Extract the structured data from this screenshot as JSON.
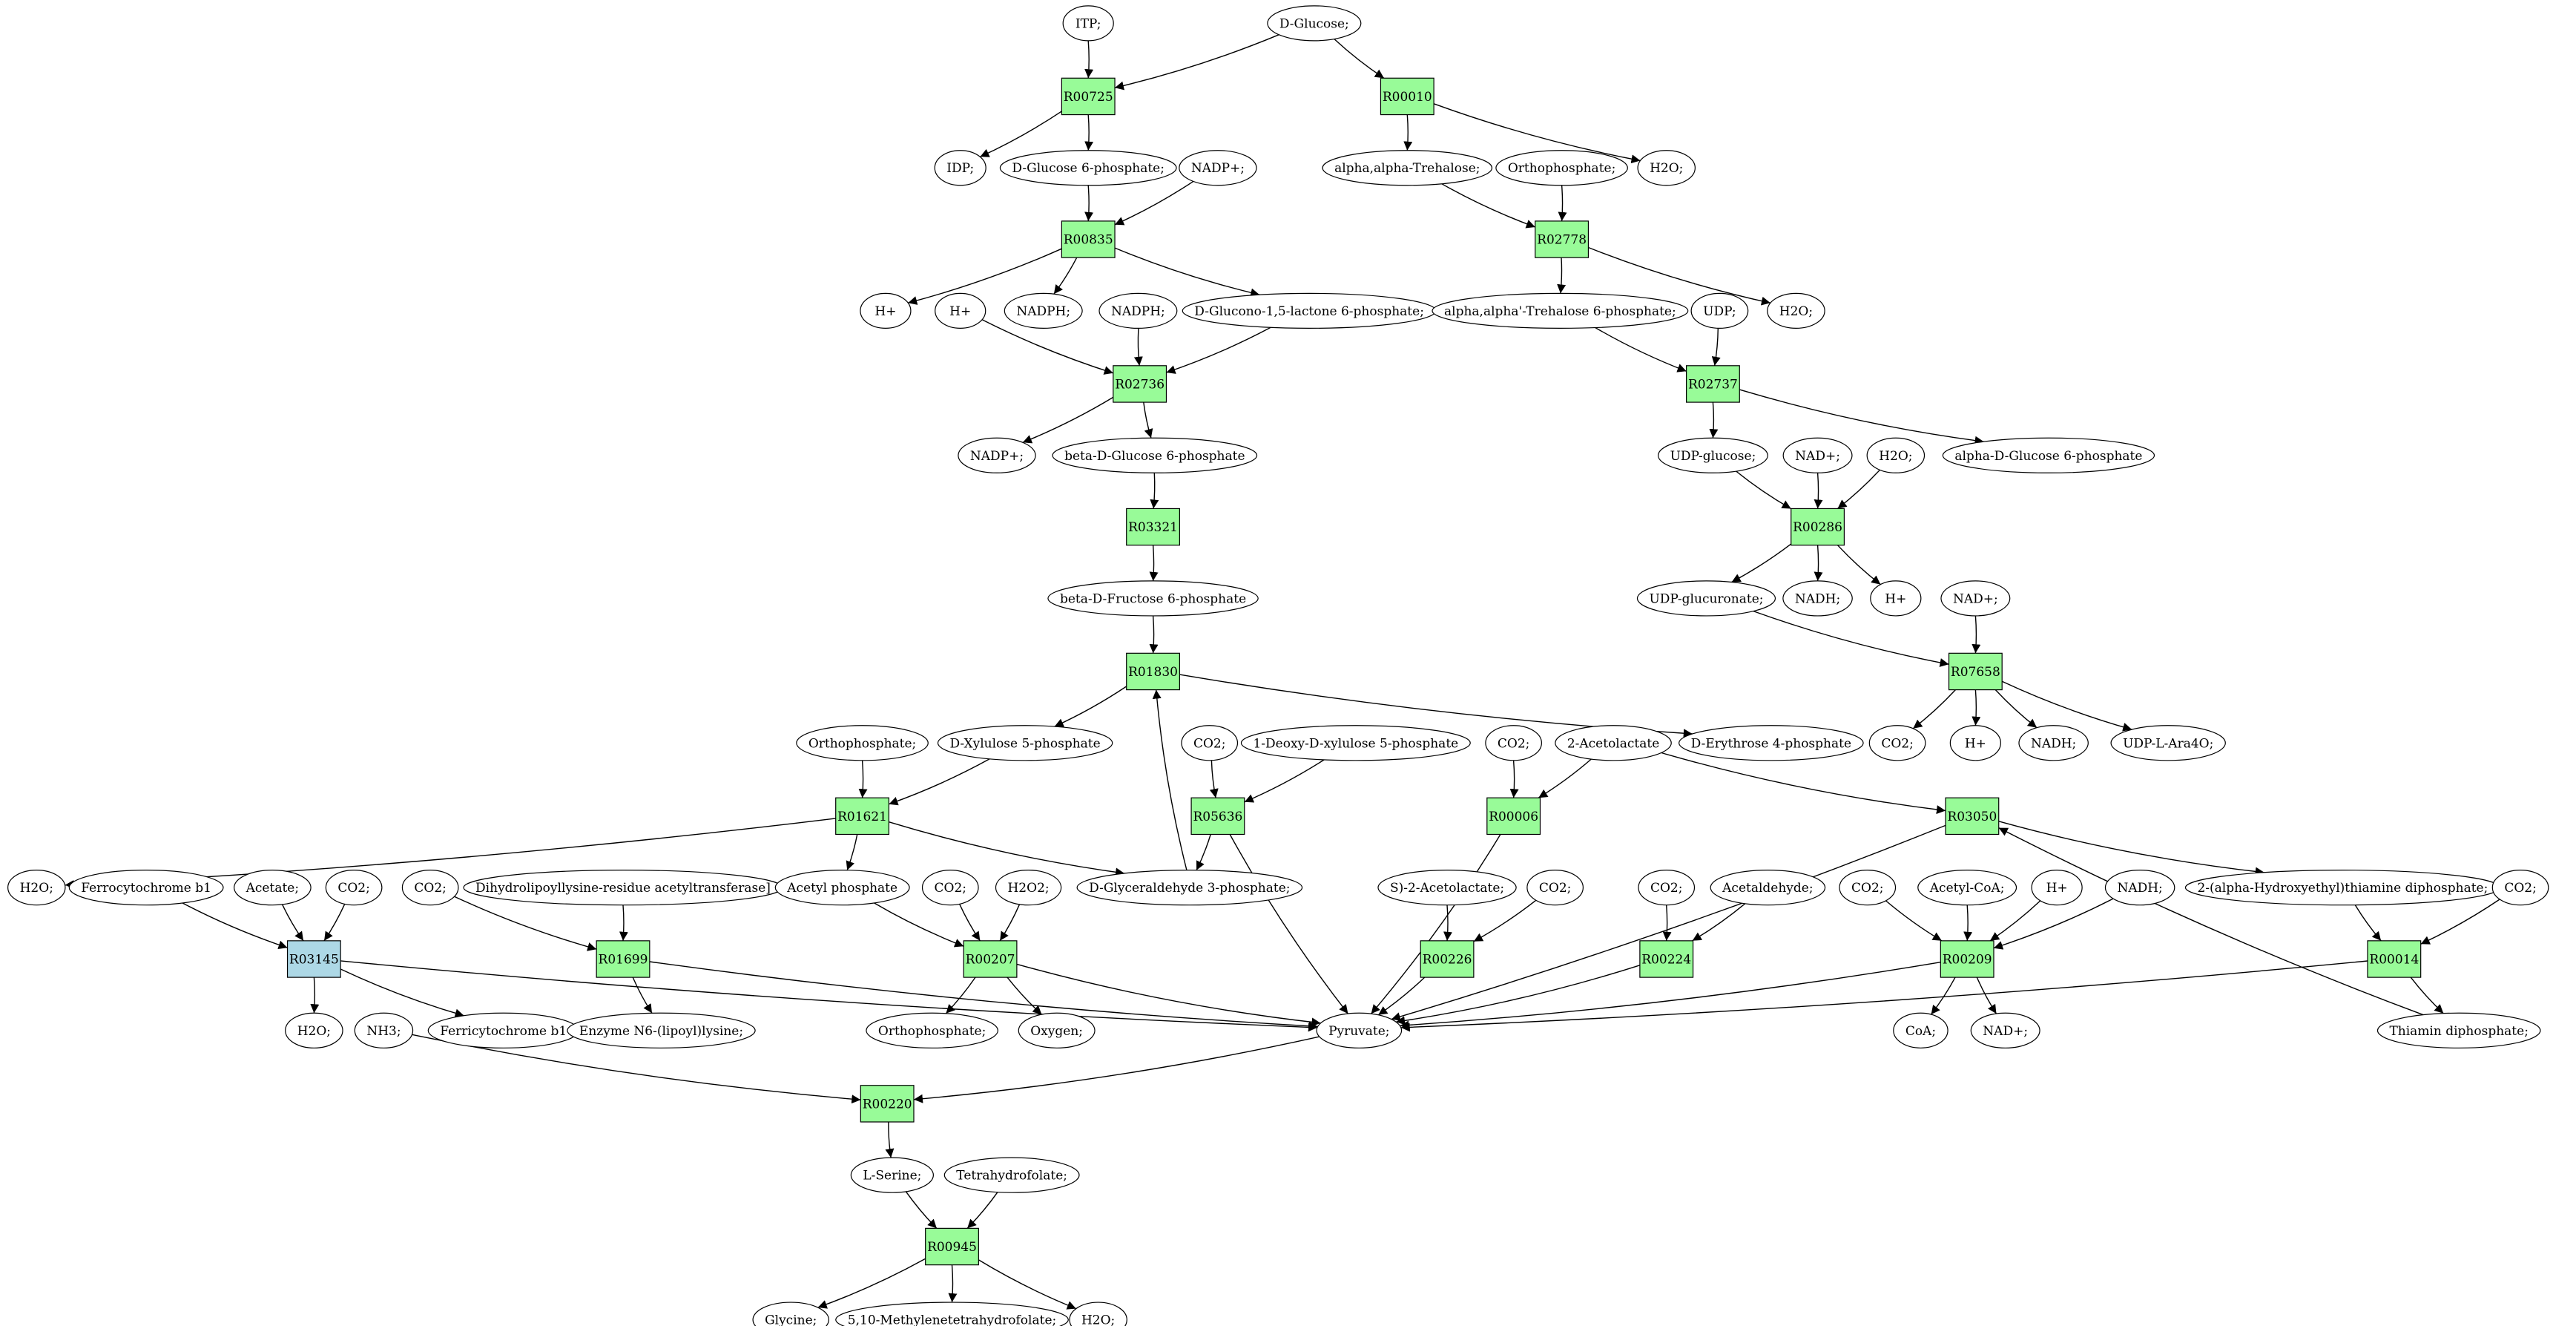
{
  "colors": {
    "reaction": "#98fb98",
    "reaction_alt": "#add8e6",
    "start": "#00ff00",
    "target": "#ffff00",
    "molecule": "#ffffff"
  },
  "graph": {
    "nodes": [
      {
        "id": "itp",
        "label": "ITP;",
        "kind": "mol"
      },
      {
        "id": "glc",
        "label": "D-Glucose;",
        "kind": "mol",
        "color": "start"
      },
      {
        "id": "r00725",
        "label": "R00725",
        "kind": "rxn"
      },
      {
        "id": "r00010",
        "label": "R00010",
        "kind": "rxn"
      },
      {
        "id": "idp",
        "label": "IDP;",
        "kind": "mol"
      },
      {
        "id": "g6p",
        "label": "D-Glucose 6-phosphate;",
        "kind": "mol"
      },
      {
        "id": "nadp1",
        "label": "NADP+;",
        "kind": "mol"
      },
      {
        "id": "trehalose",
        "label": "alpha,alpha-Trehalose;",
        "kind": "mol"
      },
      {
        "id": "ortho1",
        "label": "Orthophosphate;",
        "kind": "mol"
      },
      {
        "id": "h2o1",
        "label": "H2O;",
        "kind": "mol"
      },
      {
        "id": "r00835",
        "label": "R00835",
        "kind": "rxn"
      },
      {
        "id": "r02778",
        "label": "R02778",
        "kind": "rxn"
      },
      {
        "id": "hplus1",
        "label": "H+",
        "kind": "mol"
      },
      {
        "id": "hplus2",
        "label": "H+",
        "kind": "mol"
      },
      {
        "id": "nadph1",
        "label": "NADPH;",
        "kind": "mol"
      },
      {
        "id": "nadph2",
        "label": "NADPH;",
        "kind": "mol"
      },
      {
        "id": "glucono",
        "label": "D-Glucono-1,5-lactone 6-phosphate;",
        "kind": "mol"
      },
      {
        "id": "tre6p",
        "label": "alpha,alpha'-Trehalose 6-phosphate;",
        "kind": "mol"
      },
      {
        "id": "udp",
        "label": "UDP;",
        "kind": "mol"
      },
      {
        "id": "h2o2",
        "label": "H2O;",
        "kind": "mol"
      },
      {
        "id": "r02736",
        "label": "R02736",
        "kind": "rxn"
      },
      {
        "id": "r02737",
        "label": "R02737",
        "kind": "rxn"
      },
      {
        "id": "nadp2",
        "label": "NADP+;",
        "kind": "mol"
      },
      {
        "id": "bg6p",
        "label": "beta-D-Glucose 6-phosphate",
        "kind": "mol"
      },
      {
        "id": "udpglc",
        "label": "UDP-glucose;",
        "kind": "mol"
      },
      {
        "id": "nad1",
        "label": "NAD+;",
        "kind": "mol"
      },
      {
        "id": "h2o3",
        "label": "H2O;",
        "kind": "mol"
      },
      {
        "id": "ag6p",
        "label": "alpha-D-Glucose 6-phosphate",
        "kind": "mol"
      },
      {
        "id": "r03321",
        "label": "R03321",
        "kind": "rxn"
      },
      {
        "id": "r00286",
        "label": "R00286",
        "kind": "rxn"
      },
      {
        "id": "bf6p",
        "label": "beta-D-Fructose 6-phosphate",
        "kind": "mol"
      },
      {
        "id": "udpglcur",
        "label": "UDP-glucuronate;",
        "kind": "mol"
      },
      {
        "id": "nadh1",
        "label": "NADH;",
        "kind": "mol"
      },
      {
        "id": "hplus3",
        "label": "H+",
        "kind": "mol"
      },
      {
        "id": "nad2",
        "label": "NAD+;",
        "kind": "mol"
      },
      {
        "id": "r01830",
        "label": "R01830",
        "kind": "rxn"
      },
      {
        "id": "r07658",
        "label": "R07658",
        "kind": "rxn"
      },
      {
        "id": "ortho2",
        "label": "Orthophosphate;",
        "kind": "mol"
      },
      {
        "id": "xu5p",
        "label": "D-Xylulose 5-phosphate",
        "kind": "mol"
      },
      {
        "id": "co2a",
        "label": "CO2;",
        "kind": "mol"
      },
      {
        "id": "dxp",
        "label": "1-Deoxy-D-xylulose 5-phosphate",
        "kind": "mol"
      },
      {
        "id": "co2b",
        "label": "CO2;",
        "kind": "mol"
      },
      {
        "id": "acetolactate",
        "label": "2-Acetolactate",
        "kind": "mol"
      },
      {
        "id": "e4p",
        "label": "D-Erythrose 4-phosphate",
        "kind": "mol"
      },
      {
        "id": "co2c",
        "label": "CO2;",
        "kind": "mol"
      },
      {
        "id": "hplus4",
        "label": "H+",
        "kind": "mol"
      },
      {
        "id": "nadh2",
        "label": "NADH;",
        "kind": "mol"
      },
      {
        "id": "udpara",
        "label": "UDP-L-Ara4O;",
        "kind": "mol"
      },
      {
        "id": "r01621",
        "label": "R01621",
        "kind": "rxn"
      },
      {
        "id": "r05636",
        "label": "R05636",
        "kind": "rxn"
      },
      {
        "id": "r00006",
        "label": "R00006",
        "kind": "rxn"
      },
      {
        "id": "r03050",
        "label": "R03050",
        "kind": "rxn"
      },
      {
        "id": "h2o4",
        "label": "H2O;",
        "kind": "mol"
      },
      {
        "id": "ferrocyt",
        "label": "Ferrocytochrome b1",
        "kind": "mol"
      },
      {
        "id": "acetate",
        "label": "Acetate;",
        "kind": "mol"
      },
      {
        "id": "co2d",
        "label": "CO2;",
        "kind": "mol"
      },
      {
        "id": "co2e",
        "label": "CO2;",
        "kind": "mol"
      },
      {
        "id": "dihydro",
        "label": "Dihydrolipoyllysine-residue acetyltransferase]",
        "kind": "mol"
      },
      {
        "id": "acp",
        "label": "Acetyl phosphate",
        "kind": "mol"
      },
      {
        "id": "co2f",
        "label": "CO2;",
        "kind": "mol"
      },
      {
        "id": "h2o2b",
        "label": "H2O2;",
        "kind": "mol"
      },
      {
        "id": "gap",
        "label": "D-Glyceraldehyde 3-phosphate;",
        "kind": "mol"
      },
      {
        "id": "sacetolactate",
        "label": "S)-2-Acetolactate;",
        "kind": "mol"
      },
      {
        "id": "co2g",
        "label": "CO2;",
        "kind": "mol"
      },
      {
        "id": "co2h",
        "label": "CO2;",
        "kind": "mol"
      },
      {
        "id": "acetaldehyde",
        "label": "Acetaldehyde;",
        "kind": "mol"
      },
      {
        "id": "co2i",
        "label": "CO2;",
        "kind": "mol"
      },
      {
        "id": "acetylcoa",
        "label": "Acetyl-CoA;",
        "kind": "mol"
      },
      {
        "id": "hplus5",
        "label": "H+",
        "kind": "mol"
      },
      {
        "id": "nadh3",
        "label": "NADH;",
        "kind": "mol"
      },
      {
        "id": "hetdp",
        "label": "2-(alpha-Hydroxyethyl)thiamine diphosphate;",
        "kind": "mol"
      },
      {
        "id": "co2j",
        "label": "CO2;",
        "kind": "mol"
      },
      {
        "id": "r03145",
        "label": "R03145",
        "kind": "rxn",
        "color": "reaction_alt"
      },
      {
        "id": "r01699",
        "label": "R01699",
        "kind": "rxn"
      },
      {
        "id": "r00207",
        "label": "R00207",
        "kind": "rxn"
      },
      {
        "id": "r00226",
        "label": "R00226",
        "kind": "rxn"
      },
      {
        "id": "r00224",
        "label": "R00224",
        "kind": "rxn"
      },
      {
        "id": "r00209",
        "label": "R00209",
        "kind": "rxn"
      },
      {
        "id": "r00014",
        "label": "R00014",
        "kind": "rxn"
      },
      {
        "id": "h2o5",
        "label": "H2O;",
        "kind": "mol"
      },
      {
        "id": "ferricyt",
        "label": "Ferricytochrome b1",
        "kind": "mol"
      },
      {
        "id": "nh3",
        "label": "NH3;",
        "kind": "mol"
      },
      {
        "id": "enzyme",
        "label": "Enzyme N6-(lipoyl)lysine;",
        "kind": "mol"
      },
      {
        "id": "ortho3",
        "label": "Orthophosphate;",
        "kind": "mol"
      },
      {
        "id": "oxygen",
        "label": "Oxygen;",
        "kind": "mol"
      },
      {
        "id": "pyruvate",
        "label": "Pyruvate;",
        "kind": "mol"
      },
      {
        "id": "coa",
        "label": "CoA;",
        "kind": "mol"
      },
      {
        "id": "nad3",
        "label": "NAD+;",
        "kind": "mol"
      },
      {
        "id": "tpp",
        "label": "Thiamin diphosphate;",
        "kind": "mol"
      },
      {
        "id": "r00220",
        "label": "R00220",
        "kind": "rxn"
      },
      {
        "id": "serine",
        "label": "L-Serine;",
        "kind": "mol"
      },
      {
        "id": "thf",
        "label": "Tetrahydrofolate;",
        "kind": "mol"
      },
      {
        "id": "r00945",
        "label": "R00945",
        "kind": "rxn"
      },
      {
        "id": "glycine",
        "label": "Glycine;",
        "kind": "mol",
        "color": "target"
      },
      {
        "id": "methylthf",
        "label": "5,10-Methylenetetrahydrofolate;",
        "kind": "mol"
      },
      {
        "id": "h2o6",
        "label": "H2O;",
        "kind": "mol"
      }
    ],
    "edges": [
      [
        "itp",
        "r00725"
      ],
      [
        "glc",
        "r00725"
      ],
      [
        "glc",
        "r00010"
      ],
      [
        "r00725",
        "idp"
      ],
      [
        "r00725",
        "g6p"
      ],
      [
        "r00010",
        "trehalose"
      ],
      [
        "r00010",
        "h2o1"
      ],
      [
        "g6p",
        "r00835"
      ],
      [
        "nadp1",
        "r00835"
      ],
      [
        "r00835",
        "hplus1"
      ],
      [
        "r00835",
        "nadph1"
      ],
      [
        "r00835",
        "glucono"
      ],
      [
        "trehalose",
        "r02778"
      ],
      [
        "ortho1",
        "r02778"
      ],
      [
        "r02778",
        "tre6p"
      ],
      [
        "r02778",
        "h2o2"
      ],
      [
        "hplus2",
        "r02736"
      ],
      [
        "nadph2",
        "r02736"
      ],
      [
        "glucono",
        "r02736"
      ],
      [
        "r02736",
        "nadp2"
      ],
      [
        "r02736",
        "bg6p"
      ],
      [
        "tre6p",
        "r02737"
      ],
      [
        "udp",
        "r02737"
      ],
      [
        "r02737",
        "udpglc"
      ],
      [
        "r02737",
        "ag6p"
      ],
      [
        "bg6p",
        "r03321"
      ],
      [
        "r03321",
        "bf6p"
      ],
      [
        "udpglc",
        "r00286"
      ],
      [
        "nad1",
        "r00286"
      ],
      [
        "h2o3",
        "r00286"
      ],
      [
        "r00286",
        "udpglcur"
      ],
      [
        "r00286",
        "nadh1"
      ],
      [
        "r00286",
        "hplus3"
      ],
      [
        "bf6p",
        "r01830"
      ],
      [
        "gap",
        "r01830"
      ],
      [
        "r01830",
        "xu5p"
      ],
      [
        "r01830",
        "e4p"
      ],
      [
        "udpglcur",
        "r07658"
      ],
      [
        "nad2",
        "r07658"
      ],
      [
        "r07658",
        "co2c"
      ],
      [
        "r07658",
        "hplus4"
      ],
      [
        "r07658",
        "nadh2"
      ],
      [
        "r07658",
        "udpara"
      ],
      [
        "ortho2",
        "r01621"
      ],
      [
        "xu5p",
        "r01621"
      ],
      [
        "r01621",
        "h2o4"
      ],
      [
        "r01621",
        "acp"
      ],
      [
        "r01621",
        "gap"
      ],
      [
        "co2a",
        "r05636"
      ],
      [
        "dxp",
        "r05636"
      ],
      [
        "r05636",
        "gap"
      ],
      [
        "r05636",
        "pyruvate"
      ],
      [
        "co2b",
        "r00006"
      ],
      [
        "acetolactate",
        "r00006"
      ],
      [
        "r00006",
        "pyruvate"
      ],
      [
        "acetolactate",
        "r03050"
      ],
      [
        "tpp",
        "r03050"
      ],
      [
        "r03050",
        "pyruvate"
      ],
      [
        "r03050",
        "hetdp"
      ],
      [
        "ferrocyt",
        "r03145"
      ],
      [
        "acetate",
        "r03145"
      ],
      [
        "co2d",
        "r03145"
      ],
      [
        "r03145",
        "h2o5"
      ],
      [
        "r03145",
        "ferricyt"
      ],
      [
        "r03145",
        "pyruvate"
      ],
      [
        "co2e",
        "r01699"
      ],
      [
        "dihydro",
        "r01699"
      ],
      [
        "r01699",
        "enzyme"
      ],
      [
        "r01699",
        "pyruvate"
      ],
      [
        "acp",
        "r00207"
      ],
      [
        "co2f",
        "r00207"
      ],
      [
        "h2o2b",
        "r00207"
      ],
      [
        "r00207",
        "ortho3"
      ],
      [
        "r00207",
        "oxygen"
      ],
      [
        "r00207",
        "pyruvate"
      ],
      [
        "sacetolactate",
        "r00226"
      ],
      [
        "co2g",
        "r00226"
      ],
      [
        "r00226",
        "pyruvate"
      ],
      [
        "co2h",
        "r00224"
      ],
      [
        "acetaldehyde",
        "r00224"
      ],
      [
        "r00224",
        "pyruvate"
      ],
      [
        "co2i",
        "r00209"
      ],
      [
        "acetylcoa",
        "r00209"
      ],
      [
        "hplus5",
        "r00209"
      ],
      [
        "nadh3",
        "r00209"
      ],
      [
        "r00209",
        "coa"
      ],
      [
        "r00209",
        "nad3"
      ],
      [
        "r00209",
        "pyruvate"
      ],
      [
        "hetdp",
        "r00014"
      ],
      [
        "co2j",
        "r00014"
      ],
      [
        "r00014",
        "tpp"
      ],
      [
        "r00014",
        "pyruvate"
      ],
      [
        "nh3",
        "r00220"
      ],
      [
        "pyruvate",
        "r00220"
      ],
      [
        "r00220",
        "serine"
      ],
      [
        "serine",
        "r00945"
      ],
      [
        "thf",
        "r00945"
      ],
      [
        "r00945",
        "glycine"
      ],
      [
        "r00945",
        "methylthf"
      ],
      [
        "r00945",
        "h2o6"
      ]
    ]
  }
}
